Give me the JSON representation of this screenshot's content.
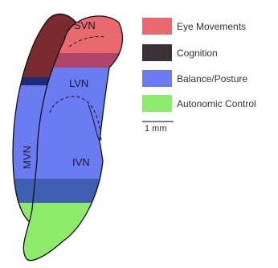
{
  "regions": {
    "svn": "SVN",
    "lvn": "LVN",
    "mvn": "MVN",
    "ivn": "IVN"
  },
  "legend": [
    {
      "label": "Eye Movements",
      "color": "#e8696e"
    },
    {
      "label": "Cognition",
      "color": "#3a3035"
    },
    {
      "label": "Balance/Posture",
      "color": "#6b7cf2"
    },
    {
      "label": "Autonomic Control",
      "color": "#8eea6a"
    }
  ],
  "scale_bar": {
    "label": "1 mm"
  },
  "colors": {
    "eye_movements": "#e8696e",
    "cognition": "#7b2a2e",
    "cognition_dark": "#3a3035",
    "balance": "#6b7cf2",
    "balance_dark": "#3f5fb0",
    "autonomic": "#8eea6a",
    "outline": "#111111"
  }
}
